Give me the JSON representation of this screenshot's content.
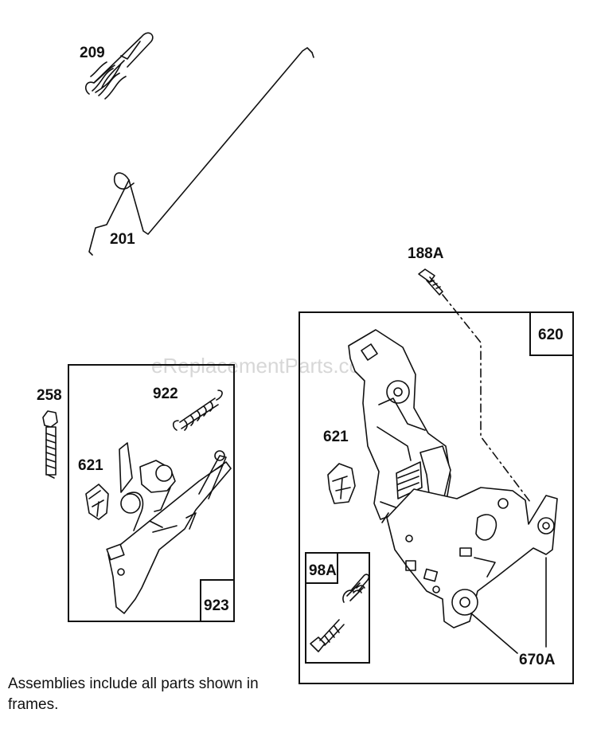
{
  "watermark": "eReplacementParts.com",
  "labels": {
    "p209": "209",
    "p201": "201",
    "p188a": "188A",
    "p620": "620",
    "p258": "258",
    "p922": "922",
    "p621_left": "621",
    "p621_right": "621",
    "p923": "923",
    "p98a": "98A",
    "p670a": "670A"
  },
  "note": "Assemblies include all parts shown in frames."
}
